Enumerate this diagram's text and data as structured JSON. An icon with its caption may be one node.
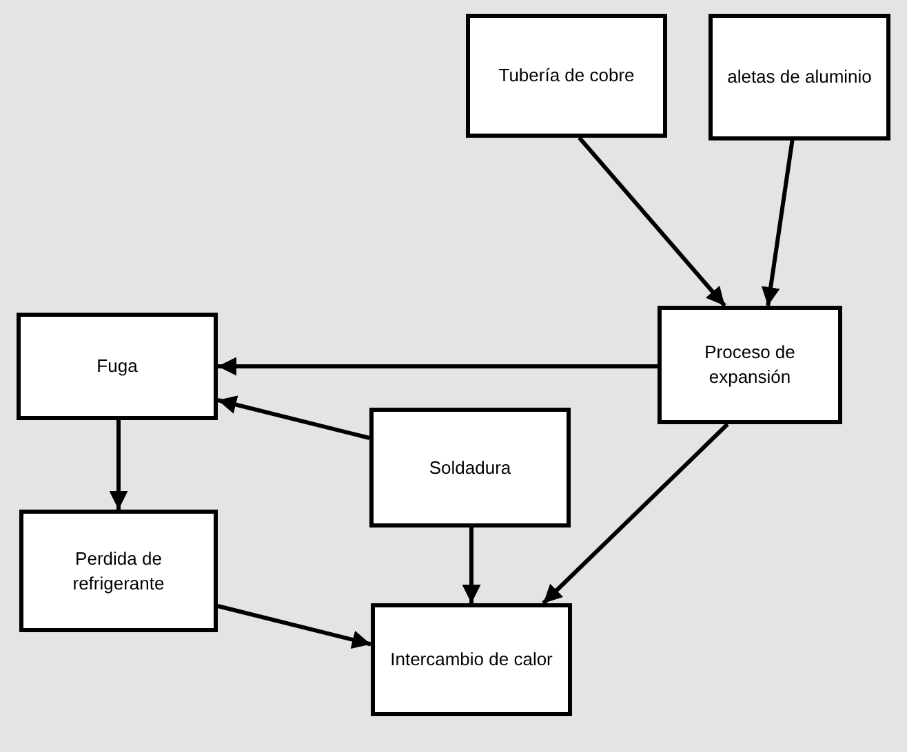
{
  "diagram": {
    "nodes": [
      {
        "text": [
          "Tubería de cobre"
        ]
      },
      {
        "text": [
          "aletas de aluminio"
        ]
      },
      {
        "text": [
          "Fuga"
        ]
      },
      {
        "text": [
          "Proceso de expansión"
        ]
      },
      {
        "text": [
          "Soldadura"
        ]
      },
      {
        "text": [
          "Perdida de refrigerante"
        ]
      },
      {
        "text": [
          "Intercambio de calor"
        ]
      }
    ],
    "edges": [
      {
        "from": 0,
        "to": 3,
        "arrow": "to"
      },
      {
        "from": 1,
        "to": 3,
        "arrow": "to"
      },
      {
        "from": 3,
        "to": 2,
        "arrow": "to"
      },
      {
        "from": 4,
        "to": 2,
        "arrow": "to"
      },
      {
        "from": 2,
        "to": 5,
        "arrow": "to"
      },
      {
        "from": 4,
        "to": 6,
        "arrow": "to"
      },
      {
        "from": 3,
        "to": 6,
        "arrow": "to"
      },
      {
        "from": 5,
        "to": 6,
        "arrow": "to"
      }
    ]
  }
}
